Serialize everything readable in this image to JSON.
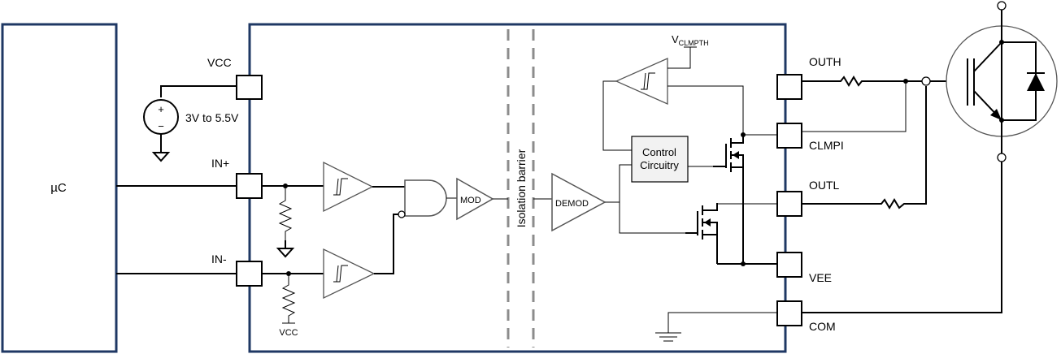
{
  "labels": {
    "uc": "µC",
    "vcc": "VCC",
    "supply": "3V to 5.5V",
    "in_plus": "IN+",
    "in_minus": "IN-",
    "pullup_vcc": "VCC",
    "mod": "MOD",
    "demod": "DEMOD",
    "isolation": "Isolation barrier",
    "vclmpth_main": "V",
    "vclmpth_sub": "CLMPTH",
    "control_line1": "Control",
    "control_line2": "Circuitry",
    "outh": "OUTH",
    "clmpi": "CLMPI",
    "outl": "OUTL",
    "vee": "VEE",
    "com": "COM"
  },
  "colors": {
    "chip_border": "#1f3864",
    "wire": "#000000",
    "barrier": "#8c8c8c",
    "control_fill": "#f2f2f2"
  }
}
